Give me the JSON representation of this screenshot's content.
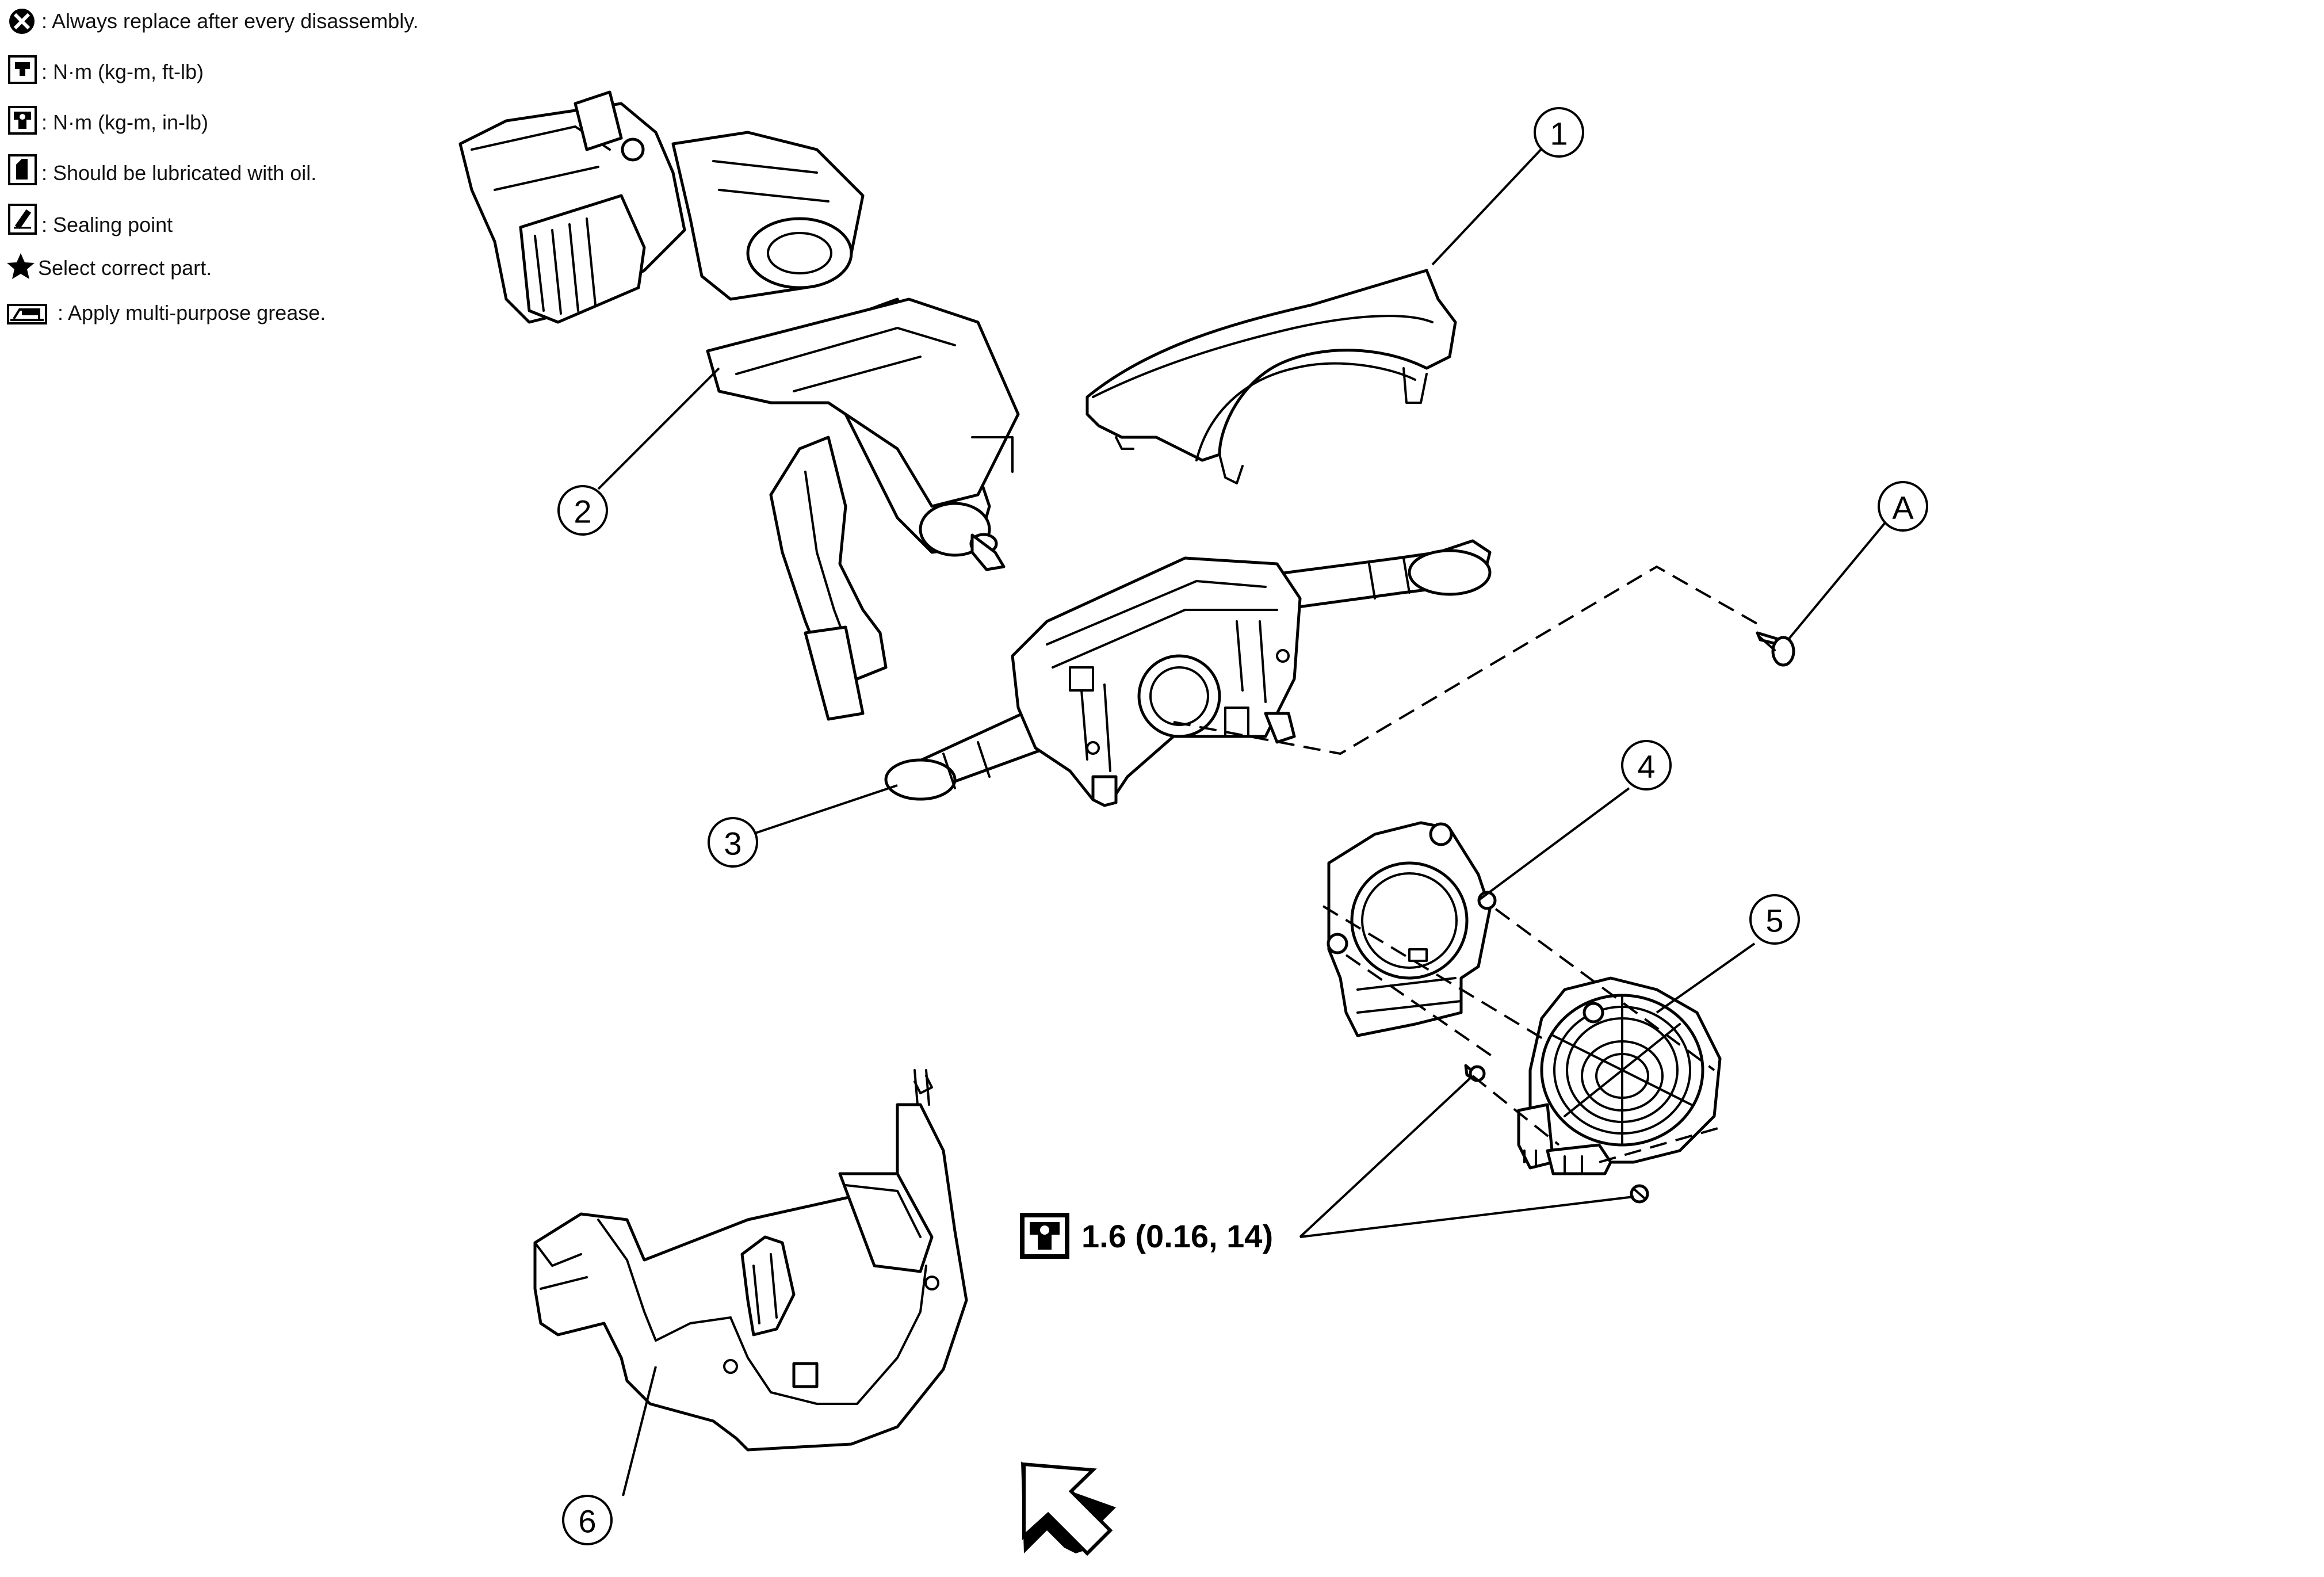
{
  "legend": [
    {
      "icon": "x-circle-icon",
      "text": ": Always replace after every disassembly."
    },
    {
      "icon": "torque-wrench-icon",
      "text": ": N·m (kg-m, ft-lb)"
    },
    {
      "icon": "torque-wrench-small-icon",
      "text": ": N·m (kg-m, in-lb)"
    },
    {
      "icon": "oil-can-icon",
      "text": ": Should be lubricated with oil."
    },
    {
      "icon": "sealing-point-icon",
      "text": ": Sealing point"
    },
    {
      "icon": "star-icon",
      "text": "Select correct part."
    },
    {
      "icon": "grease-icon",
      "text": ": Apply multi-purpose grease."
    }
  ],
  "callouts": {
    "c1": "1",
    "c2": "2",
    "c3": "3",
    "c4": "4",
    "c5": "5",
    "c6": "6",
    "cA": "A"
  },
  "torque": {
    "icon": "torque-wrench-small-icon",
    "value": "1.6 (0.16, 14)"
  },
  "front_arrow": {
    "icon": "front-arrow-icon"
  }
}
